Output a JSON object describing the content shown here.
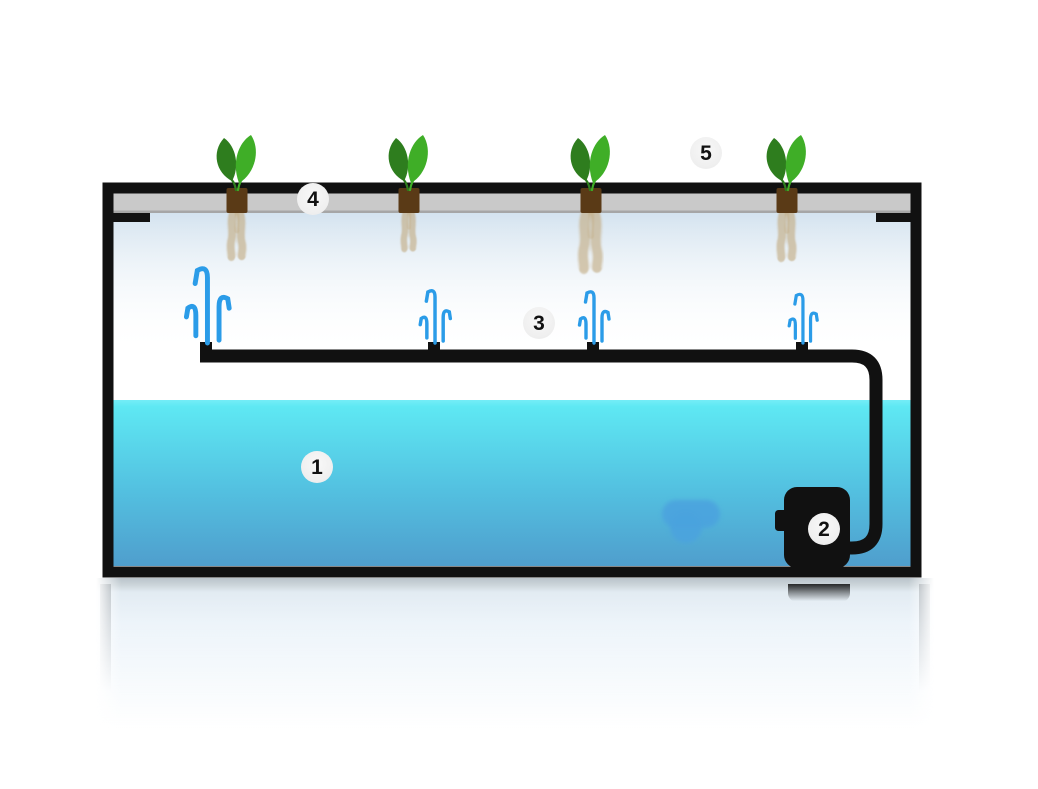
{
  "diagram": {
    "kind": "hydroponic-system-cross-section",
    "labels": [
      {
        "number": "1",
        "component": "water-reservoir"
      },
      {
        "number": "2",
        "component": "submersible-pump"
      },
      {
        "number": "3",
        "component": "spray-manifold-pipe"
      },
      {
        "number": "4",
        "component": "grow-lid-platform"
      },
      {
        "number": "5",
        "component": "plants"
      }
    ],
    "counts": {
      "plants": 4,
      "sprayers": 4
    },
    "colors": {
      "frame_black": "#111111",
      "lid_gray": "#c9c9c9",
      "lid_edge_gray": "#a6a6a6",
      "mist_blue": "#d4e3ef",
      "water_top": "#5ee8f3",
      "water_mid": "#53c0e0",
      "water_bottom": "#4f9ecd",
      "water_blob": "#4aa3de",
      "spray_blue": "#2b9ce8",
      "leaf_dark": "#2e7d1e",
      "leaf_bright": "#3fae27",
      "plug_brown": "#5a3a16",
      "root_tan": "#c3ad85",
      "label_bg": "#eeeeee",
      "label_text": "#111111"
    }
  }
}
